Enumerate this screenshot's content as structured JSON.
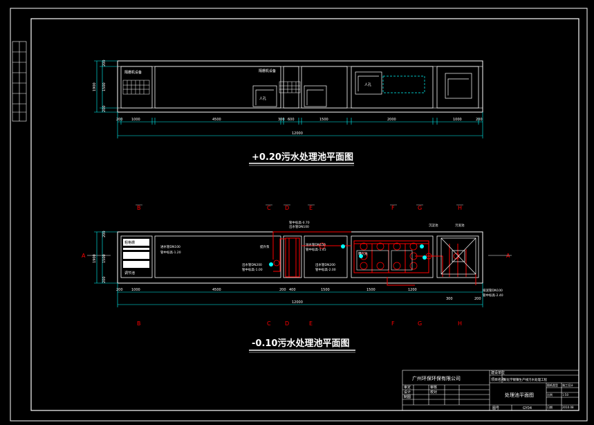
{
  "drawing": {
    "top_plan": {
      "title": "+0.20污水处理池平面图",
      "room_labels": [
        "隔栅机设备",
        "人孔",
        "人孔",
        "隔栅机设备"
      ],
      "dims": [
        "200",
        "1000",
        "4500",
        "300",
        "600",
        "1500",
        "2000",
        "1000",
        "200"
      ],
      "total": "12000",
      "vdims": [
        "1900",
        "1500",
        "200",
        "200"
      ]
    },
    "bottom_plan": {
      "title": "-0.10污水处理池平面图",
      "dims": [
        "200",
        "1000",
        "4500",
        "200",
        "400",
        "1500",
        "1500",
        "1200",
        "300",
        "200"
      ],
      "total": "12000",
      "vdims": [
        "1900",
        "1500",
        "200",
        "200"
      ],
      "notes": [
        "进水管DN100",
        "管中标高-1.20",
        "提升泵",
        "出水管DN200",
        "管中标高-1.00",
        "管中标高-0.70",
        "溢水管DN150",
        "出水管DN100",
        "管中标高-1.45",
        "出水管DN200",
        "管中标高-2.00",
        "曝气池",
        "沉淀池",
        "污泥池",
        "排泥管DN100",
        "管中标高-2.40"
      ],
      "left_labels": [
        "粗格栅",
        "调节池"
      ]
    },
    "axis_labels": [
      "B",
      "C",
      "D",
      "E",
      "F",
      "G",
      "H"
    ],
    "section_mark": "A"
  },
  "title_block": {
    "company": "广州环保环保有限公司",
    "project_label_1": "建设单位",
    "project_label_2": "项目名称",
    "project_value": "某化学镀镍生产线污水处理工程",
    "drawing_name": "处理池平面图",
    "drawing_no": "GY04",
    "rows": [
      "审定",
      "审核",
      "设计",
      "校对",
      "制图"
    ],
    "right_labels": [
      "图纸类型",
      "施工设计",
      "比例",
      "1:50",
      "日期",
      "2010.08"
    ],
    "footer": "图号"
  },
  "colors": {
    "frame": "#ffffff",
    "pipe": "#ff0000",
    "dimension": "#00ffff",
    "axis": "#ff0000",
    "grating": "#ffffff"
  }
}
